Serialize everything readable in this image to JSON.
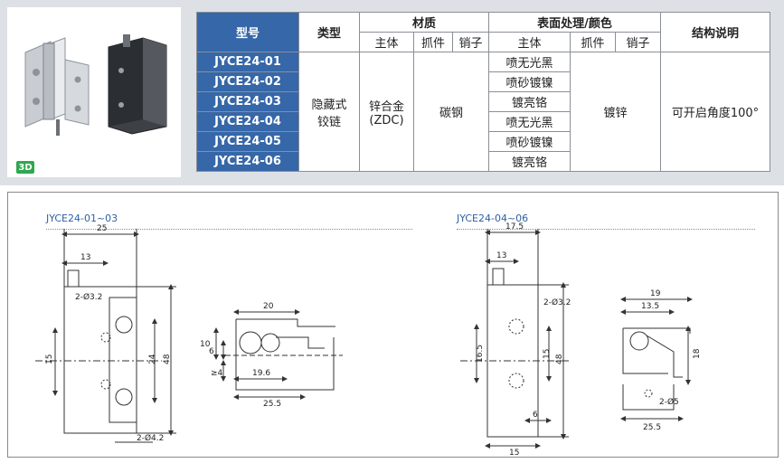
{
  "photo": {
    "badge": "3D"
  },
  "table": {
    "h_model": "型号",
    "h_type": "类型",
    "h_material": "材质",
    "h_surface": "表面处理/颜色",
    "h_struct": "结构说明",
    "sub_main": "主体",
    "sub_handle": "抓件",
    "sub_pin": "销子",
    "sub_main2": "主体",
    "sub_handle2": "抓件",
    "sub_pin2": "销子",
    "models": [
      "JYCE24-01",
      "JYCE24-02",
      "JYCE24-03",
      "JYCE24-04",
      "JYCE24-05",
      "JYCE24-06"
    ],
    "type_line1": "隐藏式",
    "type_line2": "铰链",
    "mat_main_line1": "锌合金",
    "mat_main_line2": "(ZDC)",
    "mat_pin": "碳钢",
    "surfaces": [
      "喷无光黑",
      "喷砂镀镍",
      "镀亮铬",
      "喷无光黑",
      "喷砂镀镍",
      "镀亮铬"
    ],
    "surface_other": "镀锌",
    "struct": "可开启角度100°"
  },
  "drawing_left": {
    "title": "JYCE24-01~03",
    "d25": "25",
    "d13": "13",
    "hole": "2-Ø3.2",
    "d15": "15",
    "d24": "24",
    "d48": "48",
    "bottom_hole": "2-Ø4.2",
    "s20": "20",
    "s10": "10",
    "s6": "6",
    "s4": "≥4",
    "s196": "19.6",
    "s255": "25.5"
  },
  "drawing_right": {
    "title": "JYCE24-04~06",
    "d175": "17.5",
    "d13": "13",
    "hole": "2-Ø3.2",
    "d165": "16.5",
    "d15": "15",
    "d48": "48",
    "d6": "6",
    "d15b": "15",
    "s19": "19",
    "s135": "13.5",
    "s18": "18",
    "s5": "2-Ø5",
    "s255": "25.5"
  }
}
